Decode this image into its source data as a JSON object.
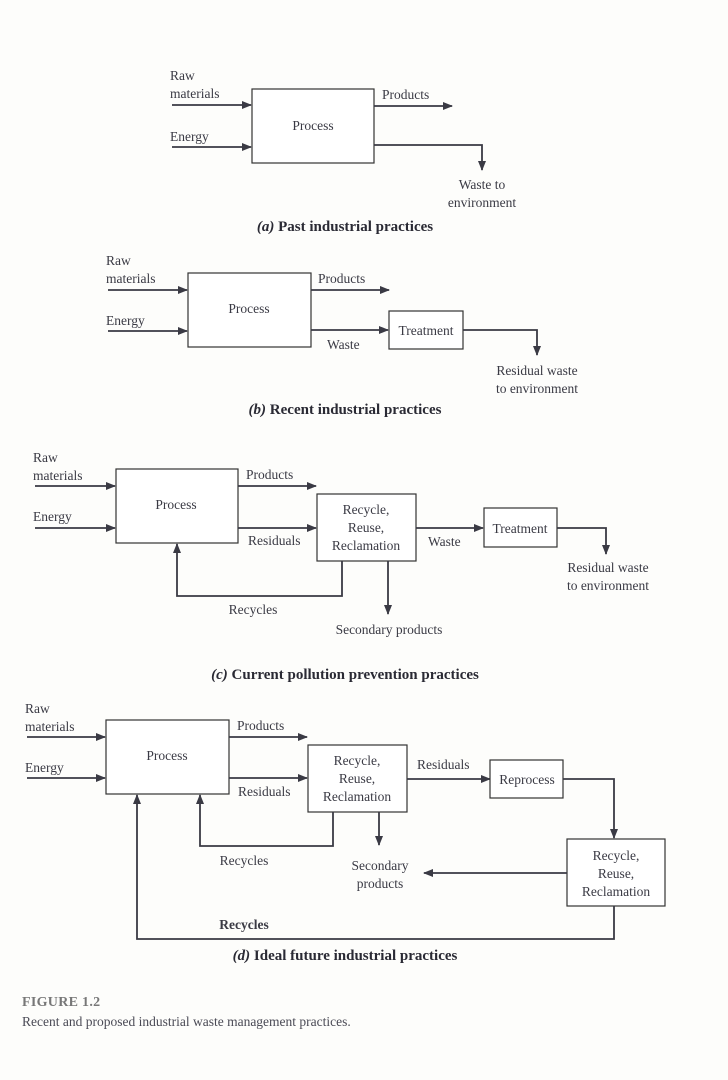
{
  "panels": {
    "a": {
      "raw_materials": [
        "Raw",
        "materials"
      ],
      "energy": "Energy",
      "process": "Process",
      "products": "Products",
      "waste": [
        "Waste to",
        "environment"
      ],
      "caption_letter": "(a)",
      "caption": "Past industrial practices"
    },
    "b": {
      "raw_materials": [
        "Raw",
        "materials"
      ],
      "energy": "Energy",
      "process": "Process",
      "products": "Products",
      "waste": "Waste",
      "treatment": "Treatment",
      "residual": [
        "Residual waste",
        "to environment"
      ],
      "caption_letter": "(b)",
      "caption": "Recent industrial practices"
    },
    "c": {
      "raw_materials": [
        "Raw",
        "materials"
      ],
      "energy": "Energy",
      "process": "Process",
      "products": "Products",
      "residuals": "Residuals",
      "rrr": [
        "Recycle,",
        "Reuse,",
        "Reclamation"
      ],
      "waste": "Waste",
      "treatment": "Treatment",
      "residual": [
        "Residual waste",
        "to environment"
      ],
      "recycles": "Recycles",
      "secondary": "Secondary products",
      "caption_letter": "(c)",
      "caption": "Current pollution prevention practices"
    },
    "d": {
      "raw_materials": [
        "Raw",
        "materials"
      ],
      "energy": "Energy",
      "process": "Process",
      "products": "Products",
      "residuals": "Residuals",
      "rrr": [
        "Recycle,",
        "Reuse,",
        "Reclamation"
      ],
      "residuals2": "Residuals",
      "reprocess": "Reprocess",
      "rrr2": [
        "Recycle,",
        "Reuse,",
        "Reclamation"
      ],
      "recycles": "Recycles",
      "secondary": [
        "Secondary",
        "products"
      ],
      "recycles_bold": "Recycles",
      "caption_letter": "(d)",
      "caption": "Ideal future industrial practices"
    }
  },
  "figure": {
    "title": "FIGURE 1.2",
    "description": "Recent and proposed industrial waste management practices."
  }
}
